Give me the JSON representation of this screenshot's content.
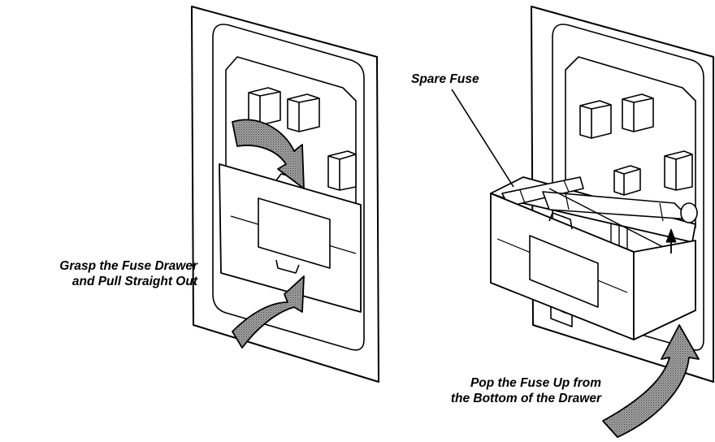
{
  "labels": {
    "grasp": [
      "Grasp the Fuse Drawer",
      "and Pull Straight Out"
    ],
    "spare": "Spare Fuse",
    "pop": [
      "Pop the Fuse Up from",
      "the Bottom of the Drawer"
    ]
  },
  "colors": {
    "ink": "#000000",
    "paper": "#ffffff",
    "arrow_fill": "#8c8c8c"
  }
}
